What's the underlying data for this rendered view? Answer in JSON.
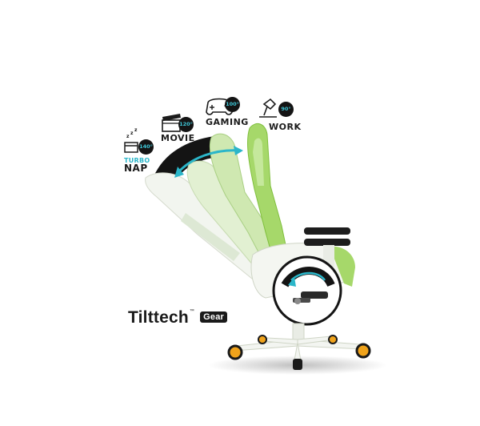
{
  "modes": [
    {
      "id": "turbo-nap",
      "label": "NAP",
      "sublabel": "TURBO",
      "angle": "140°"
    },
    {
      "id": "movie",
      "label": "MOVIE",
      "angle": "120°"
    },
    {
      "id": "gaming",
      "label": "GAMING",
      "angle": "100°"
    },
    {
      "id": "work",
      "label": "WORK",
      "angle": "90°"
    }
  ],
  "brand": {
    "name": "Tilttech",
    "tm": "™",
    "tag": "Gear"
  },
  "icons": [
    "sleep-icon",
    "clapperboard-icon",
    "gamepad-icon",
    "desk-lamp-icon",
    "double-arrow-icon",
    "tilt-lever-icon"
  ],
  "colors": {
    "accent_green": "#8cd43c",
    "angle_cyan": "#3ec7d8",
    "wheel_orange": "#f0a31b",
    "dark": "#141414"
  }
}
